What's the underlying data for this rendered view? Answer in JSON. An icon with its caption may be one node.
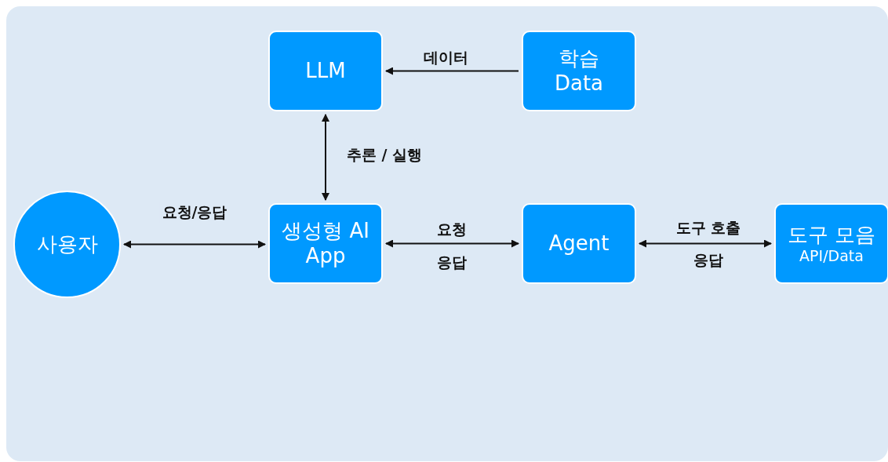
{
  "diagram": {
    "nodes": [
      {
        "text": [
          "사용자"
        ]
      },
      {
        "text": [
          "LLM"
        ]
      },
      {
        "text": [
          "학습 Data"
        ]
      },
      {
        "text": [
          "생성형 AI App"
        ]
      },
      {
        "text": [
          "Agent"
        ]
      },
      {
        "text": [
          "도구 모음",
          "API/Data"
        ]
      }
    ],
    "edges": [
      {
        "from": 2,
        "to": 1,
        "arrow": "to",
        "label": "데이터"
      },
      {
        "from": 1,
        "to": 3,
        "arrow": "both",
        "label": "추론 / 실행"
      },
      {
        "from": 0,
        "to": 3,
        "arrow": "both",
        "label": "요청/응답"
      },
      {
        "from": 3,
        "to": 4,
        "arrow": "both",
        "label": "요청"
      },
      {
        "from": 4,
        "to": 5,
        "arrow": "both",
        "label": "도구 호출"
      }
    ],
    "labels": [
      "응답",
      "응답"
    ]
  }
}
